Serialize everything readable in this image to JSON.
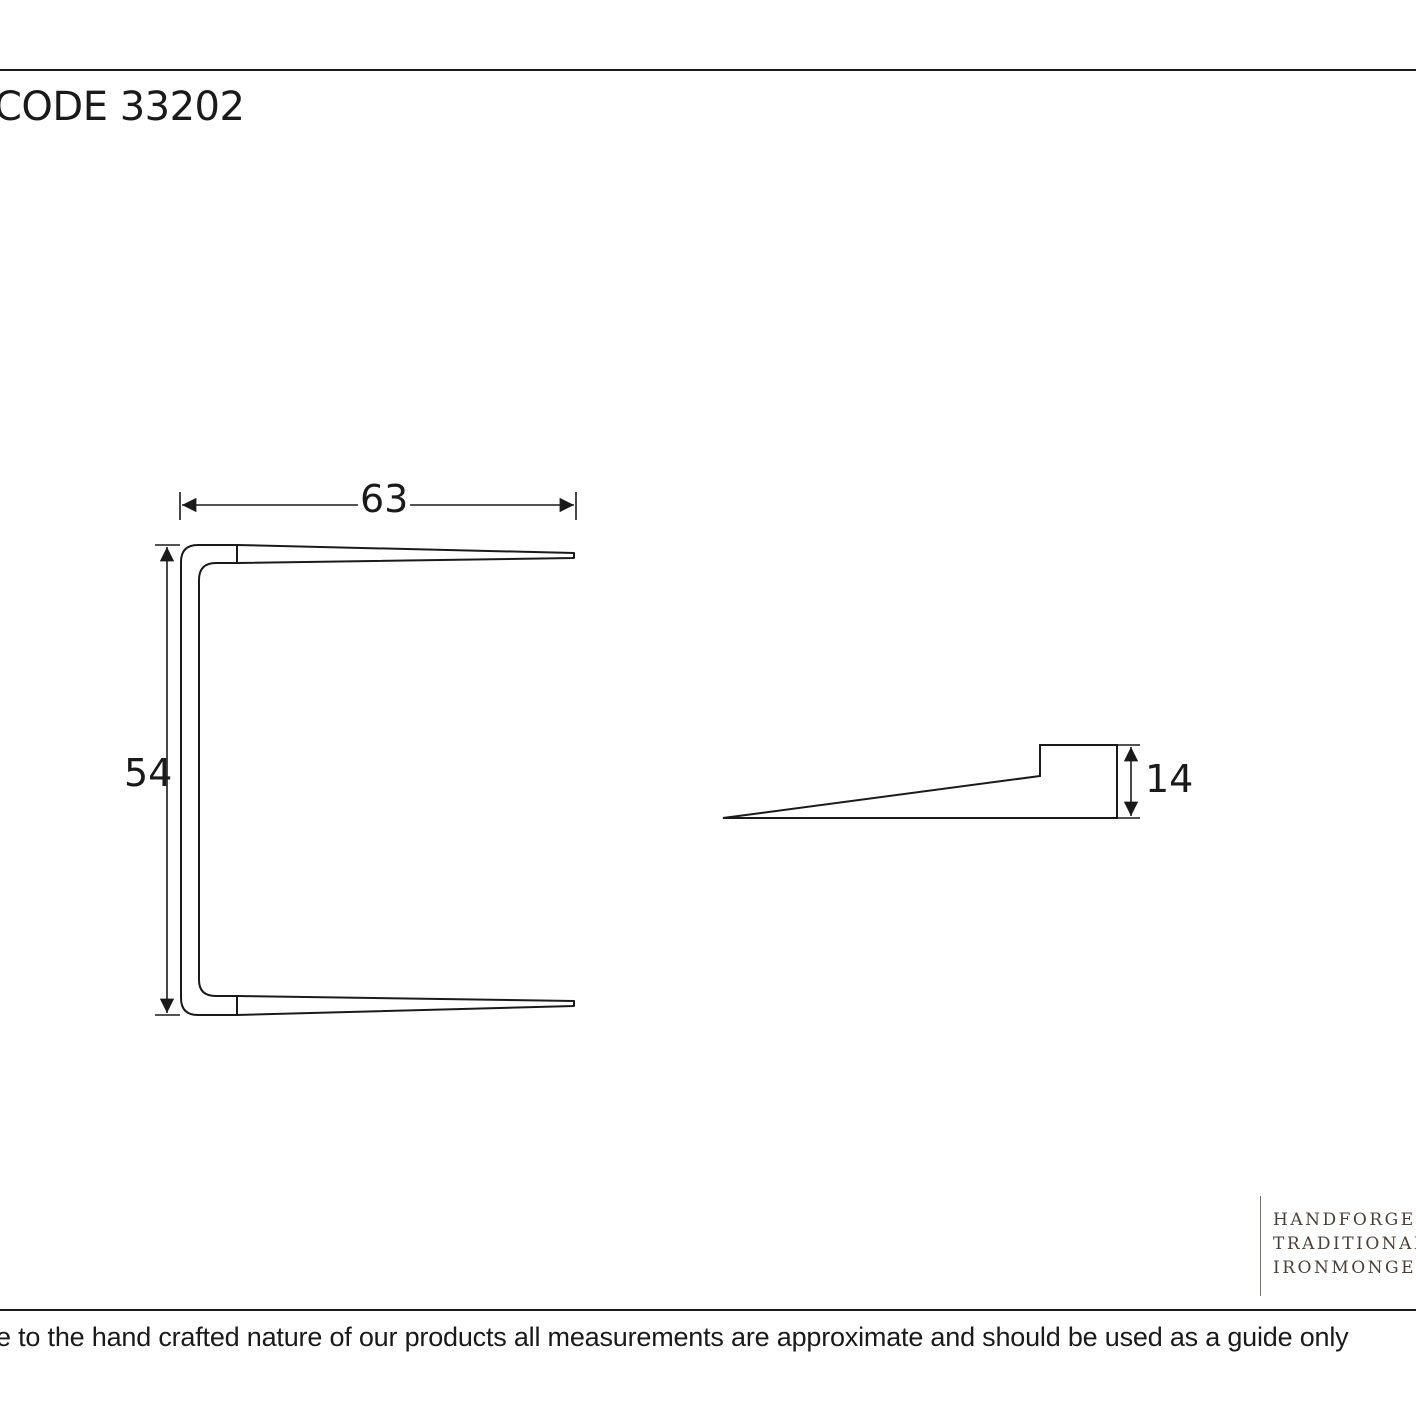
{
  "header": {
    "code_text": "CODE 33202"
  },
  "dimensions": {
    "width": "63",
    "height": "54",
    "thickness": "14"
  },
  "brand": {
    "lines": [
      "HANDFORGED",
      "TRADITIONAL",
      "IRONMONGERY"
    ]
  },
  "footer": {
    "disclaimer": "e to the hand crafted nature of our products all measurements are approximate and should be used as a guide only"
  }
}
